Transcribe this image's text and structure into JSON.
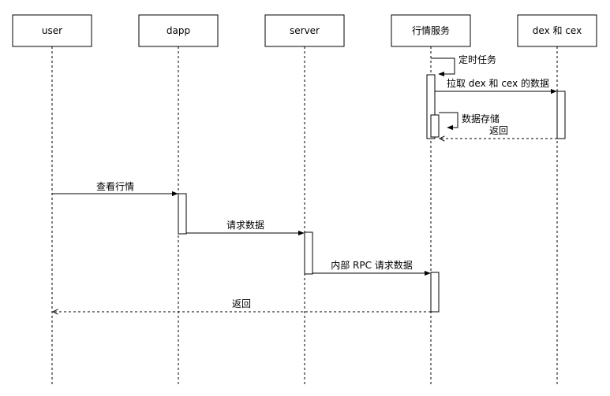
{
  "participants": [
    {
      "id": "user",
      "label": "user"
    },
    {
      "id": "dapp",
      "label": "dapp"
    },
    {
      "id": "server",
      "label": "server"
    },
    {
      "id": "quote",
      "label": "行情服务"
    },
    {
      "id": "dexcex",
      "label": "dex 和 cex"
    }
  ],
  "messages": [
    {
      "id": "m1",
      "label": "定时任务",
      "from": "quote",
      "to": "quote",
      "style": "self"
    },
    {
      "id": "m2",
      "label": "拉取 dex 和 cex 的数据",
      "from": "quote",
      "to": "dexcex",
      "style": "solid"
    },
    {
      "id": "m3",
      "label": "数据存储",
      "from": "quote",
      "to": "quote",
      "style": "self"
    },
    {
      "id": "m4",
      "label": "返回",
      "from": "dexcex",
      "to": "quote",
      "style": "dashed"
    },
    {
      "id": "m5",
      "label": "查看行情",
      "from": "user",
      "to": "dapp",
      "style": "solid"
    },
    {
      "id": "m6",
      "label": "请求数据",
      "from": "dapp",
      "to": "server",
      "style": "solid"
    },
    {
      "id": "m7",
      "label": "内部 RPC 请求数据",
      "from": "server",
      "to": "quote",
      "style": "solid"
    },
    {
      "id": "m8",
      "label": "返回",
      "from": "quote",
      "to": "user",
      "style": "dashed"
    }
  ],
  "colors": {
    "line": "#000000",
    "box_fill": "#ffffff",
    "background": "#ffffff"
  }
}
